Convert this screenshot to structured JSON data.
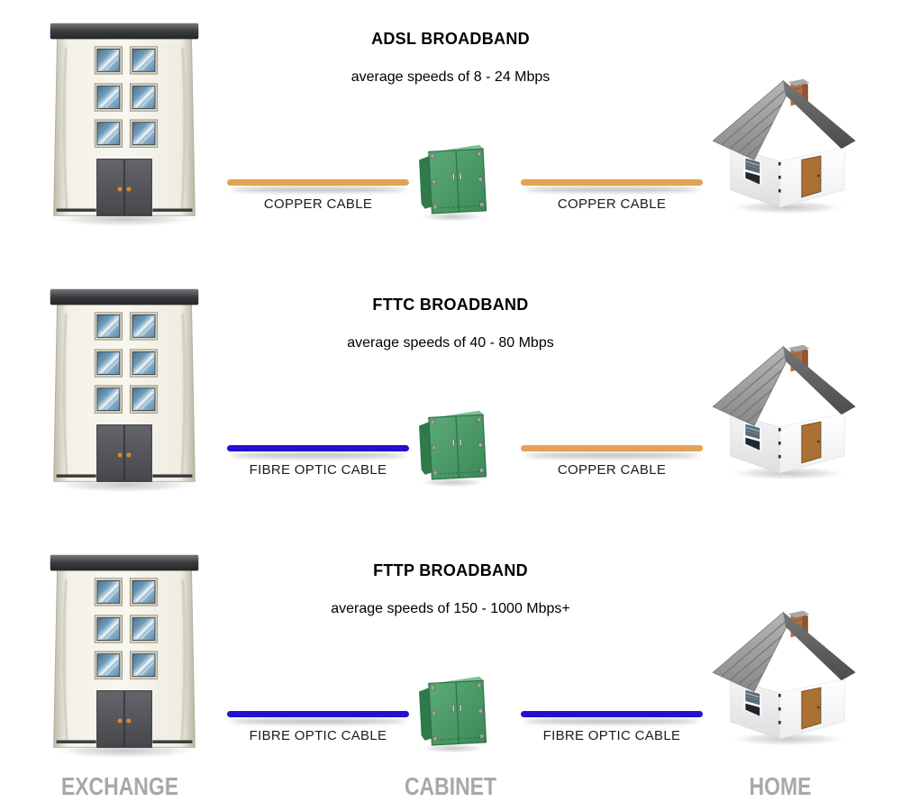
{
  "page": {
    "background": "#ffffff"
  },
  "rows": [
    {
      "title": "ADSL BROADBAND",
      "subtitle": "average speeds of 8 - 24 Mbps",
      "left_cable": {
        "label": "COPPER CABLE",
        "type": "copper",
        "css_class": "cable copper"
      },
      "right_cable": {
        "label": "COPPER CABLE",
        "type": "copper",
        "css_class": "cable copper"
      }
    },
    {
      "title": "FTTC BROADBAND",
      "subtitle": "average speeds of 40 - 80 Mbps",
      "left_cable": {
        "label": "FIBRE OPTIC CABLE",
        "type": "fibre",
        "css_class": "cable fibre"
      },
      "right_cable": {
        "label": "COPPER CABLE",
        "type": "copper",
        "css_class": "cable copper"
      }
    },
    {
      "title": "FTTP BROADBAND",
      "subtitle": "average speeds of 150 - 1000 Mbps+",
      "left_cable": {
        "label": "FIBRE OPTIC CABLE",
        "type": "fibre",
        "css_class": "cable fibre"
      },
      "right_cable": {
        "label": "FIBRE OPTIC CABLE",
        "type": "fibre",
        "css_class": "cable fibre"
      }
    }
  ],
  "footer": {
    "exchange": "EXCHANGE",
    "cabinet": "CABINET",
    "home": "HOME"
  },
  "icons": {
    "exchange": "exchange-building-icon",
    "cabinet": "street-cabinet-icon",
    "home": "house-icon"
  },
  "colors": {
    "copper_cable": "#E3A351",
    "fibre_cable": "#2310D2",
    "cabinet_green": "#4E9E68",
    "footer_text": "#A8A8A8",
    "title_text": "#000000"
  }
}
